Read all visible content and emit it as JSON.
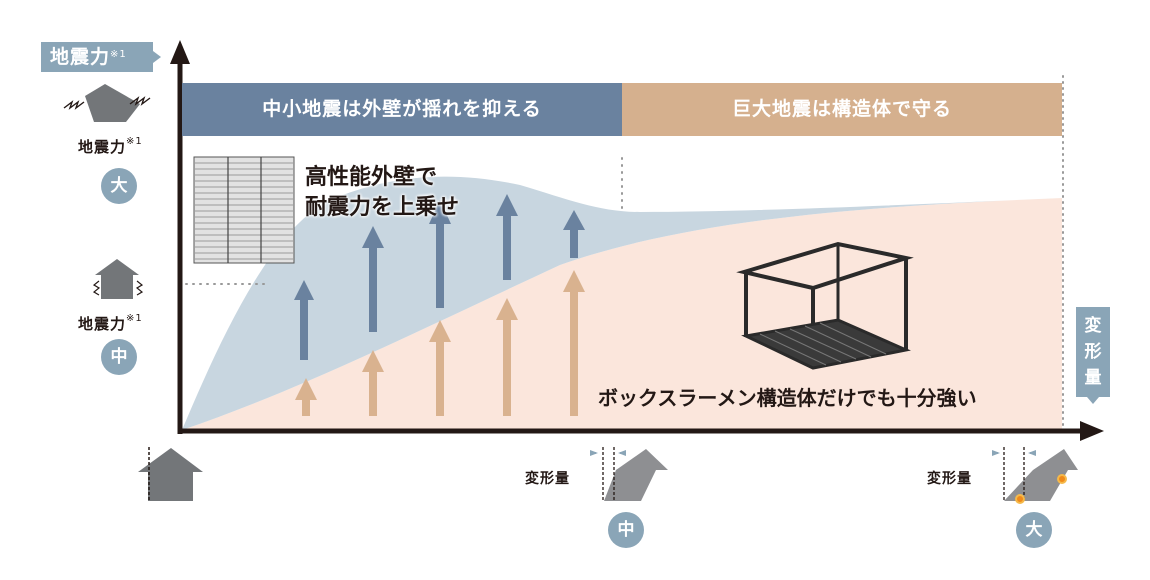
{
  "y_axis": {
    "label": "地震力",
    "note": "※1"
  },
  "x_axis": {
    "label_chars": [
      "変",
      "形",
      "量"
    ]
  },
  "bands": {
    "left": {
      "text": "中小地震は外壁が揺れを抑える",
      "color": "#6a829f"
    },
    "right": {
      "text": "巨大地震は構造体で守る",
      "color": "#d5b08e"
    }
  },
  "side_levels": [
    {
      "label": "地震力",
      "note": "※1",
      "level": "大"
    },
    {
      "label": "地震力",
      "note": "※1",
      "level": "中"
    }
  ],
  "callout": {
    "line1": "高性能外壁で",
    "line2": "耐震力を上乗せ"
  },
  "box_caption": "ボックスラーメン構造体だけでも十分強い",
  "deformation": [
    {
      "label": "変形量",
      "level": "中"
    },
    {
      "label": "変形量",
      "level": "大"
    }
  ],
  "colors": {
    "axis": "#231815",
    "wall_area": "#c8d6e0",
    "structure_area": "#fbe6dc",
    "wall_arrow": "#6a829f",
    "structure_arrow": "#d9b28f",
    "tag": "#8aa5b7",
    "house": "#737679"
  },
  "chart_data": {
    "type": "area",
    "title": "",
    "xlabel": "変形量",
    "ylabel": "地震力※1",
    "series": [
      {
        "name": "ボックスラーメン構造体",
        "description": "structure-only resistance, rising steadily with deformation"
      },
      {
        "name": "高性能外壁で耐震力を上乗せ",
        "description": "added resistance from high-performance exterior wall, peaks at small/medium deformation then converges"
      }
    ],
    "regions": [
      "中小地震は外壁が揺れを抑える",
      "巨大地震は構造体で守る"
    ],
    "x_markers": [
      "中",
      "大"
    ],
    "y_markers": [
      "中",
      "大"
    ],
    "wall_arrow_count": 5,
    "structure_arrow_count": 5
  }
}
